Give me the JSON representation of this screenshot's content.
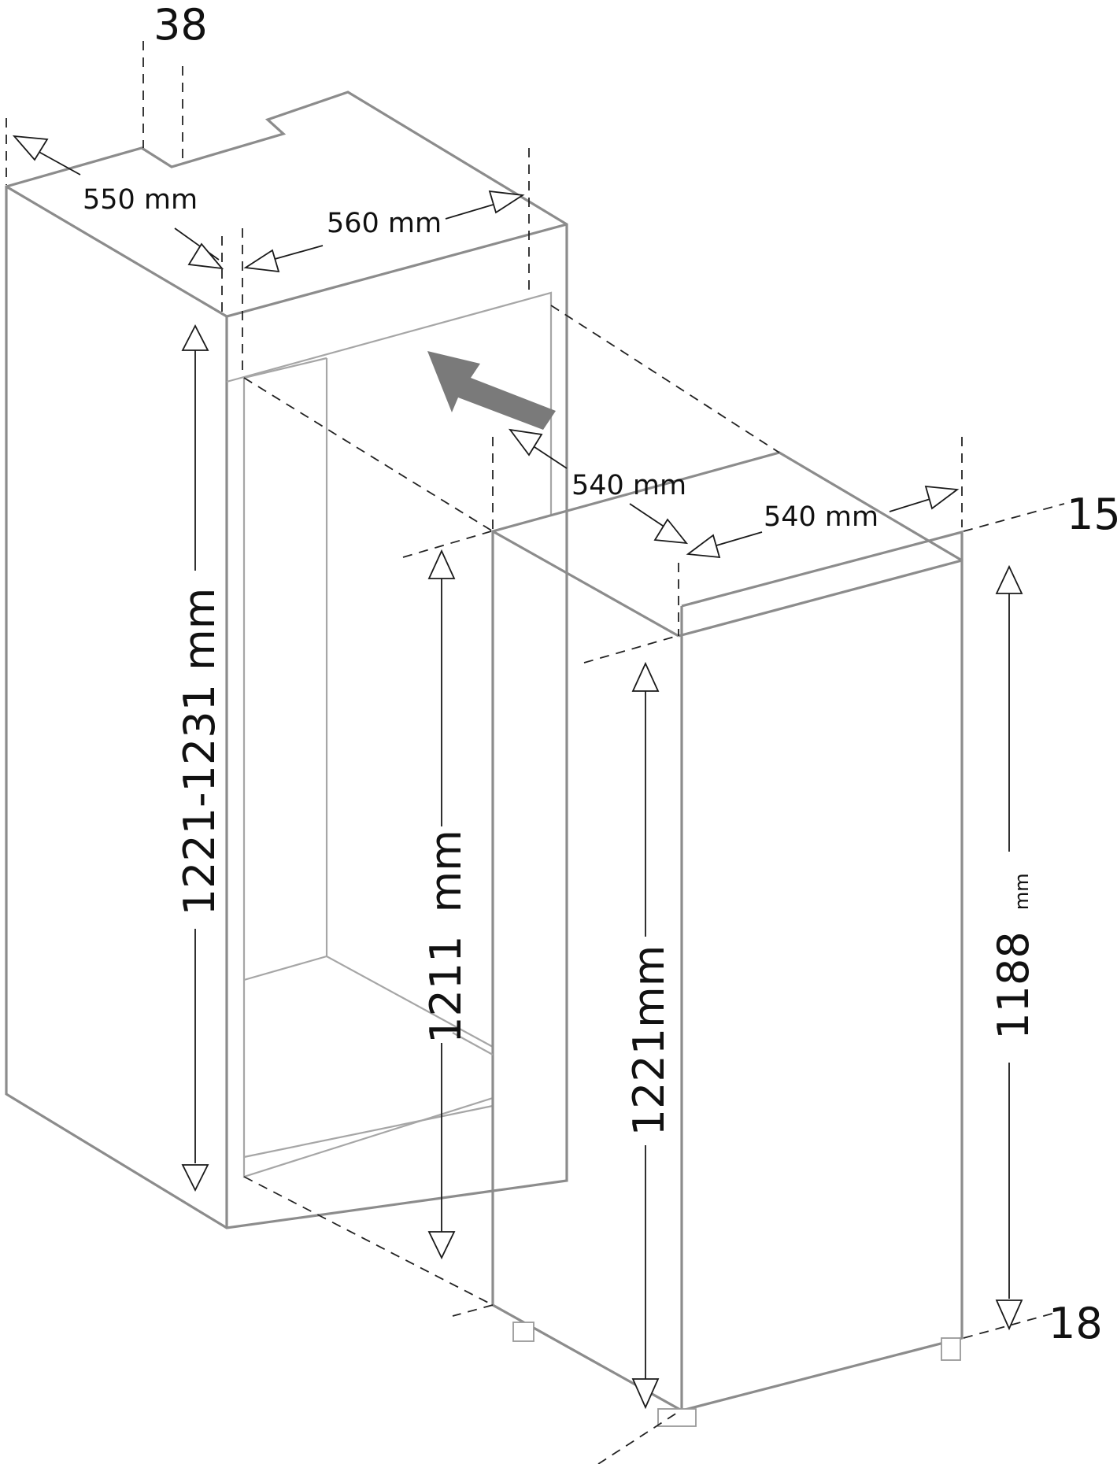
{
  "labels": {
    "top_gap": "38",
    "cabinet_depth": "550 mm",
    "cabinet_width": "560 mm",
    "niche_height": "1221-1231 mm",
    "appliance_height_inner": "1211",
    "appliance_height_inner_unit": "mm",
    "appliance_depth": "540 mm",
    "appliance_width": "540 mm",
    "top_offset": "15",
    "front_height": "1221mm",
    "door_height": "1188",
    "door_height_unit": "mm",
    "bottom_offset": "18"
  },
  "colors": {
    "outline": "#8c8c8c",
    "dimension": "#1a1a1a",
    "insertion_arrow": "#7a7a7a"
  }
}
